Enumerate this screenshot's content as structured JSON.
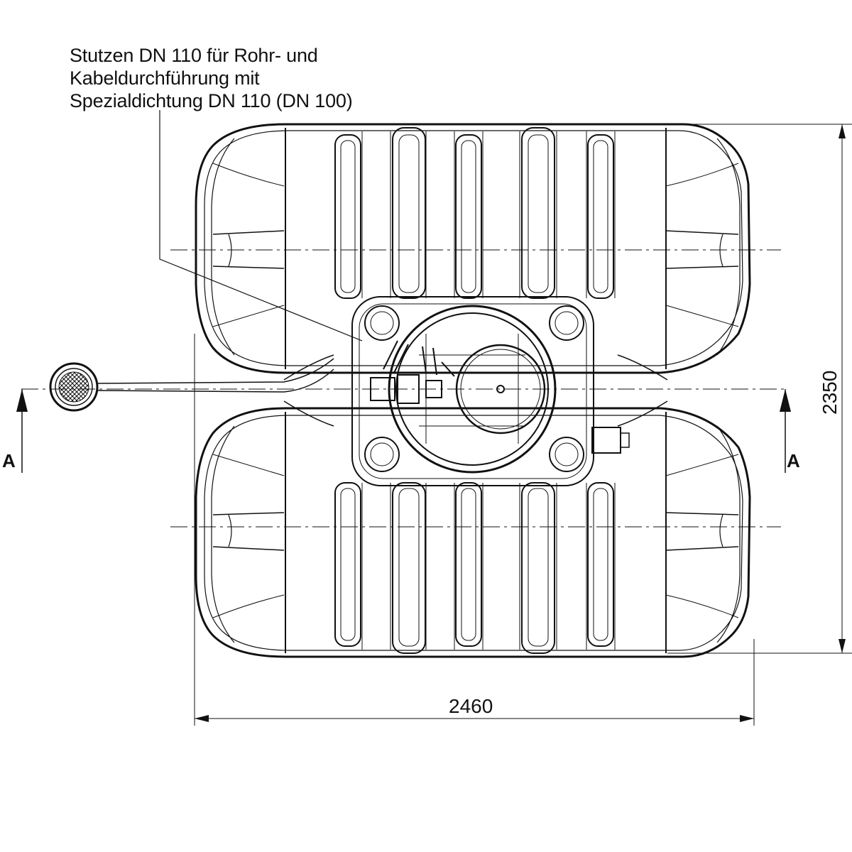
{
  "callout": {
    "lines": [
      "Stutzen DN 110 für Rohr- und",
      "Kabeldurchführung mit",
      "Spezialdichtung DN 110 (DN 100)"
    ]
  },
  "dimensions": {
    "width_label": "2460",
    "height_label": "2350"
  },
  "section": {
    "left_label": "A",
    "right_label": "A"
  }
}
